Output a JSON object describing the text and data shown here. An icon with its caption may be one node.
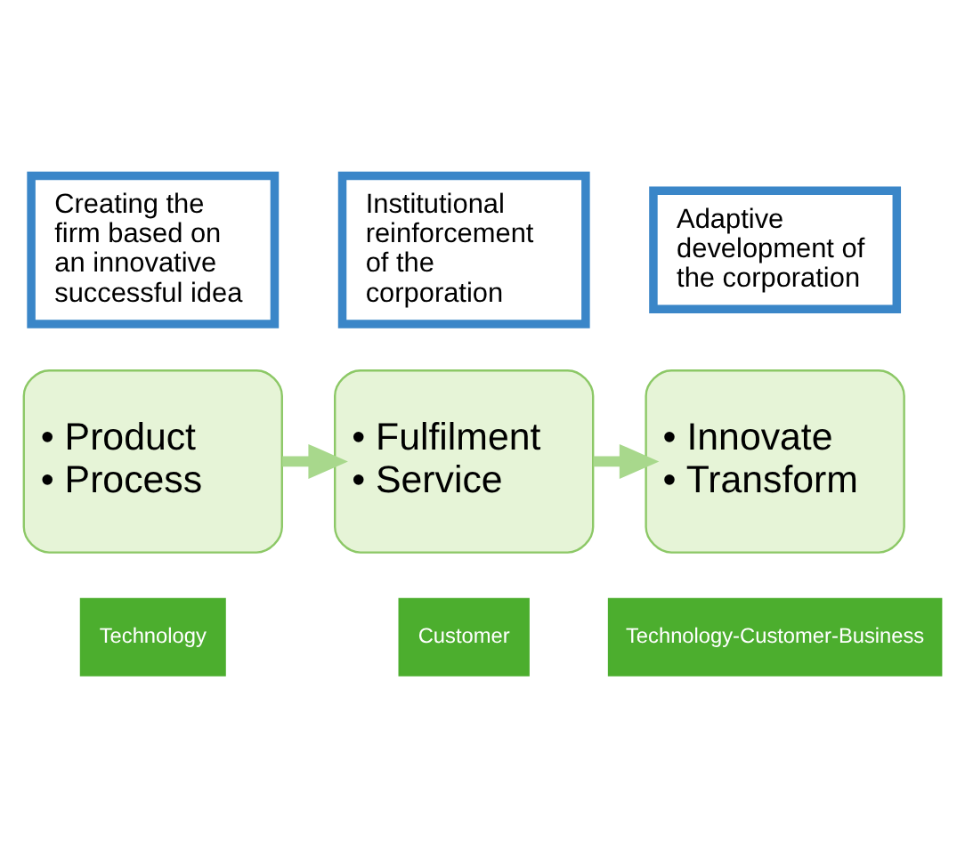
{
  "diagram": {
    "nodes": [
      {
        "text": [
          "Creating the firm based on an innovative successful idea"
        ]
      },
      {
        "text": [
          "Institutional reinforcement of the corporation"
        ]
      },
      {
        "text": [
          "Adaptive development of the corporation"
        ]
      },
      {
        "text": [
          "• Product",
          "• Process"
        ]
      },
      {
        "text": [
          "• Fulfilment",
          "• Service"
        ]
      },
      {
        "text": [
          "• Innovate",
          "• Transform"
        ]
      },
      {
        "text": [
          "Technology"
        ]
      },
      {
        "text": [
          "Customer"
        ]
      },
      {
        "text": [
          "Technology-Customer-Business"
        ]
      }
    ],
    "edges": [
      {
        "from": 3,
        "to": 4,
        "arrow": "to"
      },
      {
        "from": 4,
        "to": 5,
        "arrow": "to"
      }
    ]
  }
}
